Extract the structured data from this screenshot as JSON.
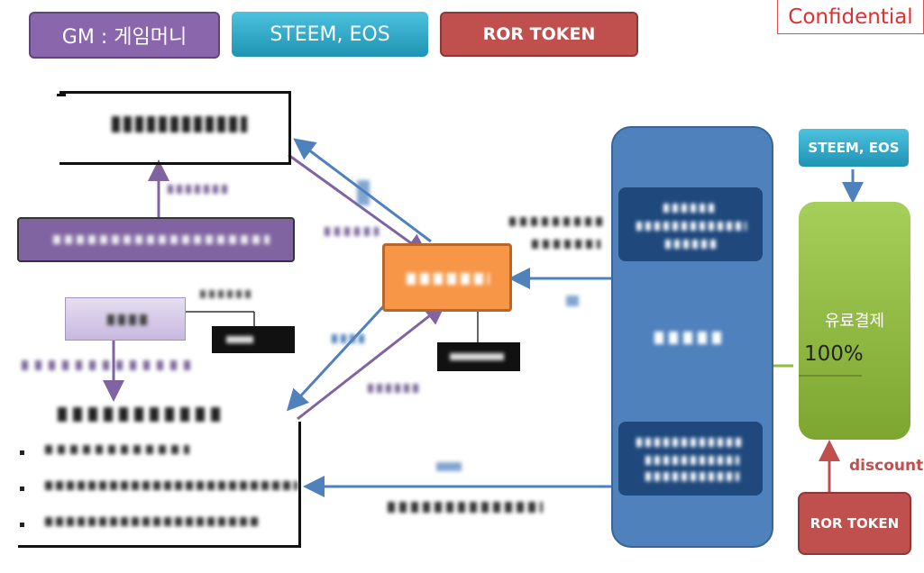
{
  "legend": {
    "gm": "GM : 게임머니",
    "steem_eos": "STEEM, EOS",
    "ror_token": "ROR TOKEN"
  },
  "confidential": "Confidential",
  "payment": {
    "steem_eos_label": "STEEM, EOS",
    "title": "유료결제",
    "percent": "100%",
    "discount": "discount",
    "ror_token_label": "ROR TOKEN"
  },
  "colors": {
    "gm_purple": "#8a66ad",
    "steem_cyan": "#2fa8c7",
    "ror_red": "#c0504d",
    "node_orange": "#f79646",
    "hub_blue": "#4f81bd",
    "dark_blue": "#1f497d",
    "green": "#8dbe3e",
    "arrow_blue": "#4f81bd",
    "arrow_purple": "#8064a2"
  }
}
